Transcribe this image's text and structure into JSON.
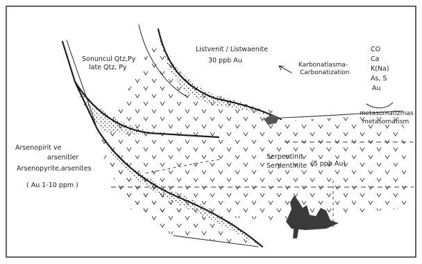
{
  "labels": {
    "sonuncul": "Sonuncul Qtz,Py",
    "late": "late Qtz, Py",
    "listvenit": "Listvenit / Listwaenite",
    "ppb30": "30 ppb Au",
    "karbonat": "Karbonatlasma-",
    "carbonat": "Carbonatization",
    "co": "CO",
    "ca": "Ca",
    "kna": "K(Na)",
    "ass": "As, S",
    "au": "Au",
    "metasom_tr": "metasomatizmas",
    "metasom_en": "metasomatism",
    "arsenopirit": "Arsenopirit  ve",
    "arsenitler": "arsenitler",
    "arsenopyrite": "Arsenopyrite,arsenites",
    "au_range": "( Au  1-10 ppm )",
    "serpentinit": "Serpentinit",
    "serpentinite": "Serpentinite",
    "ppb5": "(5 ppb  Au)"
  }
}
